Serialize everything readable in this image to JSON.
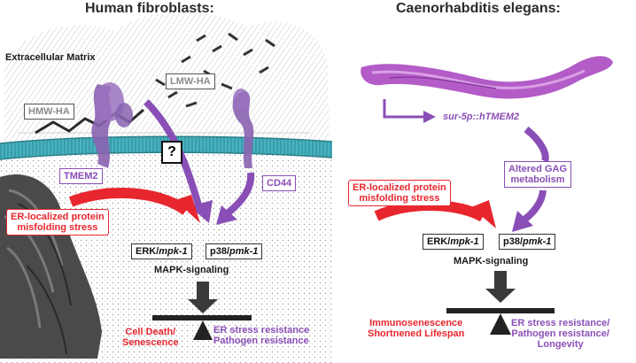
{
  "left": {
    "title": "Human fibroblasts:",
    "ecm_label": "Extracellular Matrix",
    "hmw_ha": "HMW-HA",
    "lmw_ha": "LMW-HA",
    "question": "?",
    "tmem2": "TMEM2",
    "cd44": "CD44",
    "er_stress_line1": "ER-localized protein",
    "er_stress_line2": "misfolding stress",
    "erk_prefix": "ERK/",
    "erk_gene": "mpk-1",
    "p38_prefix": "p38/",
    "p38_gene": "pmk-1",
    "mapk": "MAPK-signaling",
    "outcome_bad_line1": "Cell Death/",
    "outcome_bad_line2": "Senescence",
    "outcome_good_line1": "ER stress resistance",
    "outcome_good_line2": "Pathogen resistance"
  },
  "right": {
    "title": "Caenorhabditis elegans:",
    "transgene": "sur-5p::hTMEM2",
    "gag_line1": "Altered GAG",
    "gag_line2": "metabolism",
    "er_stress_line1": "ER-localized protein",
    "er_stress_line2": "misfolding stress",
    "erk_prefix": "ERK/",
    "erk_gene": "mpk-1",
    "p38_prefix": "p38/",
    "p38_gene": "pmk-1",
    "mapk": "MAPK-signaling",
    "outcome_bad_line1": "Immunosenescence",
    "outcome_bad_line2": "Shortnened Lifespan",
    "outcome_good_line1": "ER stress resistance/",
    "outcome_good_line2": "Pathogen resistance/",
    "outcome_good_line3": "Longevity"
  },
  "colors": {
    "purple": "#8a4fb6",
    "red": "#e8262e",
    "membrane": "#3aa9b5",
    "worm": "#b35cc8",
    "dark": "#3a3a3a"
  }
}
